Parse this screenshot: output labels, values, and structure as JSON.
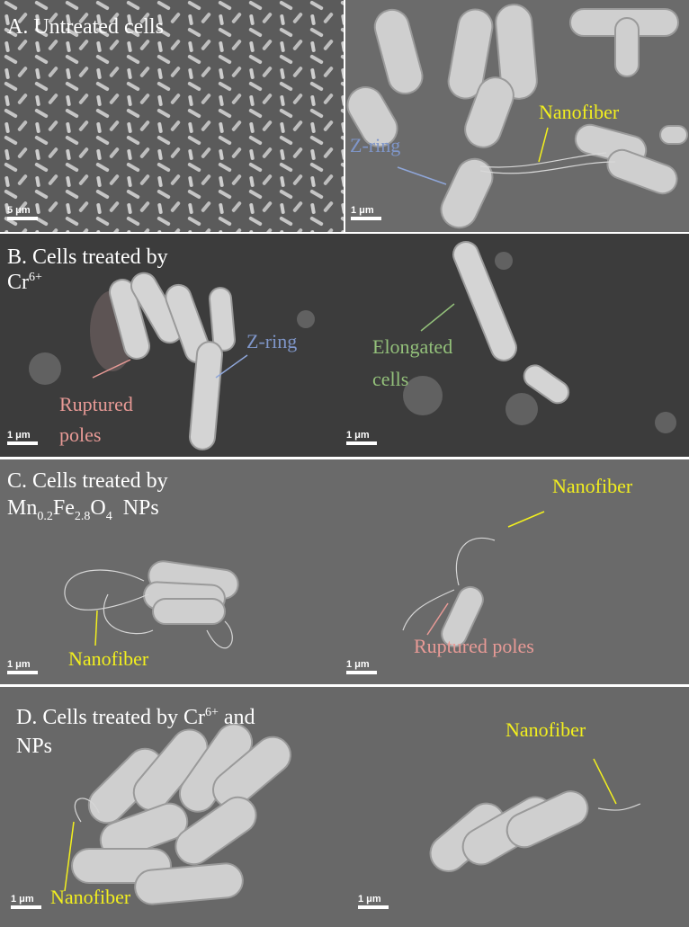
{
  "panels": {
    "a": {
      "title": "A. Untreated cells",
      "scale_left": "5 μm",
      "scale_right": "1 μm",
      "ann_zring": "Z-ring",
      "ann_nanofiber": "Nanofiber"
    },
    "b": {
      "title_line1": "B. Cells treated by",
      "title_line2": "Cr",
      "title_sup": "6+",
      "ann_zring": "Z-ring",
      "ann_ruptured_1": "Ruptured",
      "ann_ruptured_2": "poles",
      "ann_elongated_1": "Elongated",
      "ann_elongated_2": "cells",
      "scale_left": "1 μm",
      "scale_right": "1 μm"
    },
    "c": {
      "title_line1": "C. Cells treated by",
      "formula": {
        "mn": "Mn",
        "mn_sub": "0.2",
        "fe": "Fe",
        "fe_sub": "2.8",
        "o": "O",
        "o_sub": "4",
        "suffix": "NPs"
      },
      "ann_nanofiber_left": "Nanofiber",
      "ann_nanofiber_right": "Nanofiber",
      "ann_ruptured": "Ruptured poles",
      "scale_left": "1 μm",
      "scale_right": "1 μm"
    },
    "d": {
      "title_line1_a": "D. Cells treated by Cr",
      "title_sup": "6+",
      "title_line1_b": " and",
      "title_line2": "NPs",
      "ann_nanofiber_left": "Nanofiber",
      "ann_nanofiber_right": "Nanofiber",
      "scale_left": "1 μm",
      "scale_right": "1 μm"
    }
  },
  "colors": {
    "yellow": "#f2ef1e",
    "blue": "#7f96c9",
    "green": "#93c07a",
    "pink": "#e89a96"
  }
}
